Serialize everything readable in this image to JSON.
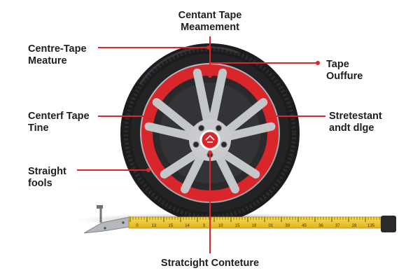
{
  "labels": {
    "top": "Centant Tape\nMeamement",
    "left_1": "Centre-Tape\nMeature",
    "left_2": "Centerf Tape\nTine",
    "left_3": "Straight\nfools",
    "right_1": "Tape\nOuffure",
    "right_2": "Stretestant\nandt dlge",
    "bottom": "Stratcight Conteture"
  },
  "tape": {
    "numbers": [
      "0",
      "13",
      "15",
      "14",
      "3",
      "10",
      "15",
      "18",
      "01",
      "39",
      "45",
      "36",
      "37",
      "28",
      "135"
    ]
  },
  "colors": {
    "accent": "#d9262b",
    "tire": "#1c1c1e",
    "rim": "#b9bcc0",
    "tape": "#f3c92f"
  }
}
